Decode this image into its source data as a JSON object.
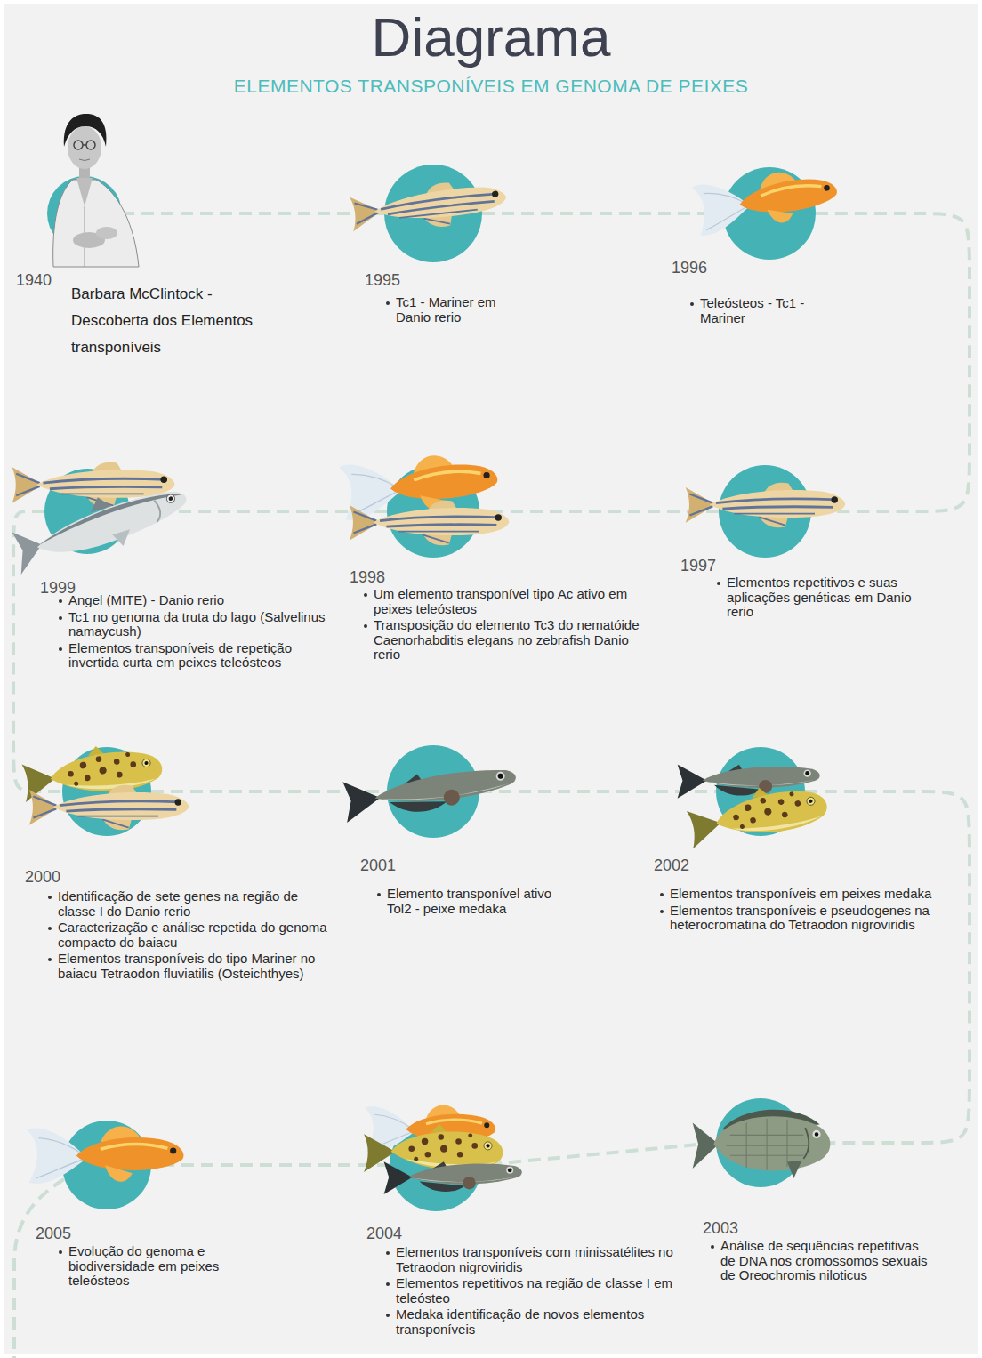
{
  "diagram": {
    "title": "Diagrama",
    "labels": [
      "ELEMENTOS TRANSPONÍVEIS EM GENOMA DE PEIXES"
    ],
    "nodes": [
      {
        "text": [
          "1940",
          "Barbara McClintock - Descoberta dos Elementos transponíveis"
        ]
      },
      {
        "text": [
          "1995",
          "Tc1 - Mariner em Danio rerio"
        ]
      },
      {
        "text": [
          "1996",
          "Teleósteos - Tc1 - Mariner"
        ]
      },
      {
        "text": [
          "1997",
          "Elementos repetitivos e suas aplicações genéticas em Danio rerio"
        ]
      },
      {
        "text": [
          "1998",
          "Um elemento transponível tipo Ac ativo em peixes teleósteos",
          "Transposição do elemento Tc3 do nematóide Caenorhabditis elegans no zebrafish Danio rerio"
        ]
      },
      {
        "text": [
          "1999",
          "Angel (MITE) - Danio rerio",
          "Tc1 no genoma da truta do lago (Salvelinus namaycush)",
          "Elementos transponíveis de repetição invertida curta em peixes teleósteos"
        ]
      },
      {
        "text": [
          "2000",
          "Identificação de sete genes na região de classe I do Danio rerio",
          "Caracterização e análise repetida do genoma compacto do baiacu",
          "Elementos transponíveis do tipo Mariner no baiacu Tetraodon fluviatilis (Osteichthyes)"
        ]
      },
      {
        "text": [
          "2001",
          "Elemento transponível ativo Tol2 - peixe medaka"
        ]
      },
      {
        "text": [
          "2002",
          "Elementos transponíveis em peixes medaka",
          "Elementos transponíveis e pseudogenes na heterocromatina do Tetraodon nigroviridis"
        ]
      },
      {
        "text": [
          "2003",
          "Análise de sequências repetitivas de DNA nos cromossomos sexuais de Oreochromis niloticus"
        ]
      },
      {
        "text": [
          "2004",
          "Elementos transponíveis com minissatélites no Tetraodon nigroviridis",
          "Elementos repetitivos na região de classe I em teleósteo",
          "Medaka identificação de novos elementos transponíveis"
        ]
      },
      {
        "text": [
          "2005",
          "Evolução do genoma e biodiversidade em peixes teleósteos"
        ]
      }
    ],
    "edges": [
      {
        "from": 0,
        "to": 1,
        "arrow": "none"
      },
      {
        "from": 1,
        "to": 2,
        "arrow": "none"
      },
      {
        "from": 2,
        "to": 3,
        "arrow": "none"
      },
      {
        "from": 3,
        "to": 4,
        "arrow": "none"
      },
      {
        "from": 4,
        "to": 5,
        "arrow": "none"
      },
      {
        "from": 5,
        "to": 6,
        "arrow": "none"
      },
      {
        "from": 6,
        "to": 7,
        "arrow": "none"
      },
      {
        "from": 7,
        "to": 8,
        "arrow": "none"
      },
      {
        "from": 8,
        "to": 9,
        "arrow": "none"
      },
      {
        "from": 9,
        "to": 10,
        "arrow": "none"
      },
      {
        "from": 10,
        "to": 11,
        "arrow": "none"
      }
    ]
  }
}
